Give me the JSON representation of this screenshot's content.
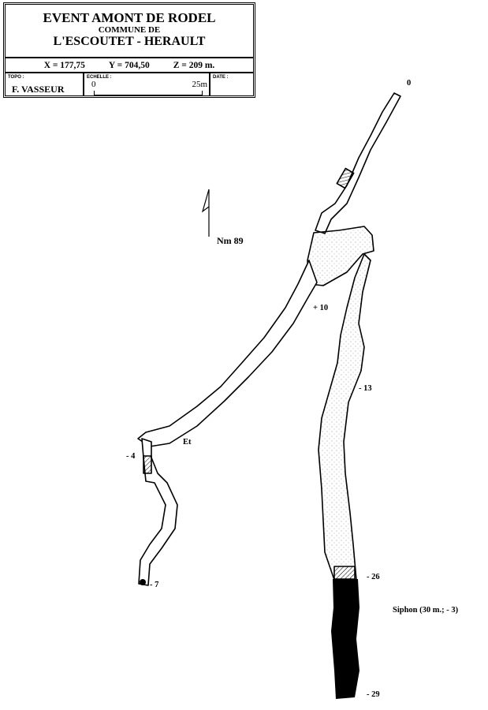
{
  "cartouche": {
    "title": "EVENT AMONT DE RODEL",
    "commune_label": "COMMUNE DE",
    "location": "L'ESCOUTET - HERAULT",
    "x": "X  =  177,75",
    "y": "Y  =  704,50",
    "z": "Z  =   209 m.",
    "topo_label": "TOPO :",
    "topo_author": "F. VASSEUR",
    "scale_label": "ECHELLE :",
    "scale_start": "0",
    "scale_end": "25m",
    "date_label": "DATE :"
  },
  "map": {
    "north_label": "Nm 89",
    "entrance": "0",
    "depth_plus10": "+ 10",
    "depth_minus13": "- 13",
    "depth_minus26": "- 26",
    "depth_minus29": "- 29",
    "depth_minus4": "- 4",
    "depth_minus7": "- 7",
    "et_label": "Et",
    "siphon": "Siphon (30 m.; - 3)"
  }
}
